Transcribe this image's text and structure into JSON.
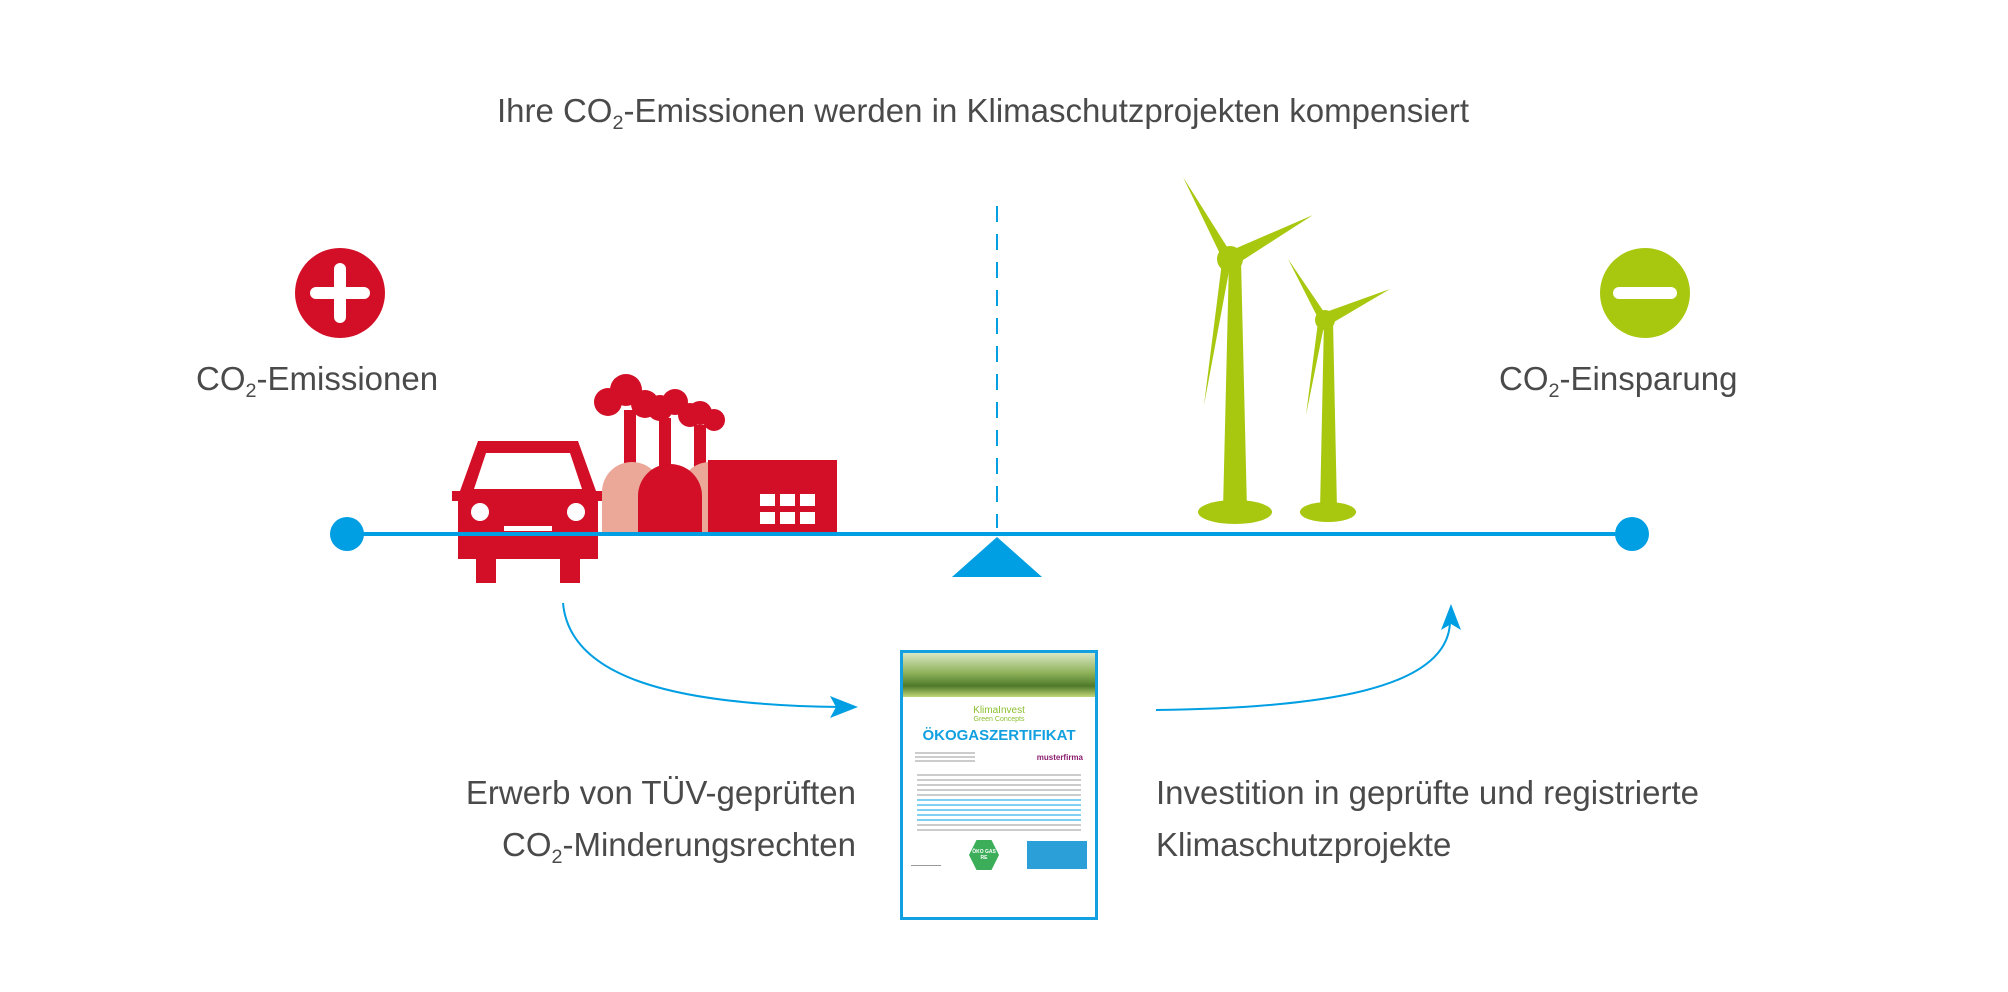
{
  "title": {
    "pre": "Ihre CO",
    "sub": "2",
    "post": "-Emissionen werden in Klimaschutzprojekten kompensiert"
  },
  "left_label": {
    "pre": "CO",
    "sub": "2",
    "post": "-Emissionen"
  },
  "right_label": {
    "pre": "CO",
    "sub": "2",
    "post": "-Einsparung"
  },
  "left_caption": {
    "line1": "Erwerb von TÜV-geprüften",
    "line2_pre": "CO",
    "line2_sub": "2",
    "line2_post": "-Minderungsrechten"
  },
  "right_caption": {
    "line1": "Investition in geprüfte und registrierte",
    "line2": "Klimaschutzprojekte"
  },
  "certificate": {
    "brand": "KlimaInvest",
    "brand_sub": "Green Concepts",
    "heading": "ÖKOGASZERTIFIKAT",
    "company": "musterfirma",
    "badge": "ÖKO GAS RE"
  },
  "icons": {
    "plus": "plus-circle-icon",
    "minus": "minus-circle-icon",
    "car": "car-icon",
    "factory": "factory-icon",
    "wind": "wind-turbine-icon"
  },
  "colors": {
    "red": "#d20f26",
    "salmon": "#eba797",
    "green": "#a8c80f",
    "blue": "#009fe3",
    "text": "#4a4a4a"
  }
}
